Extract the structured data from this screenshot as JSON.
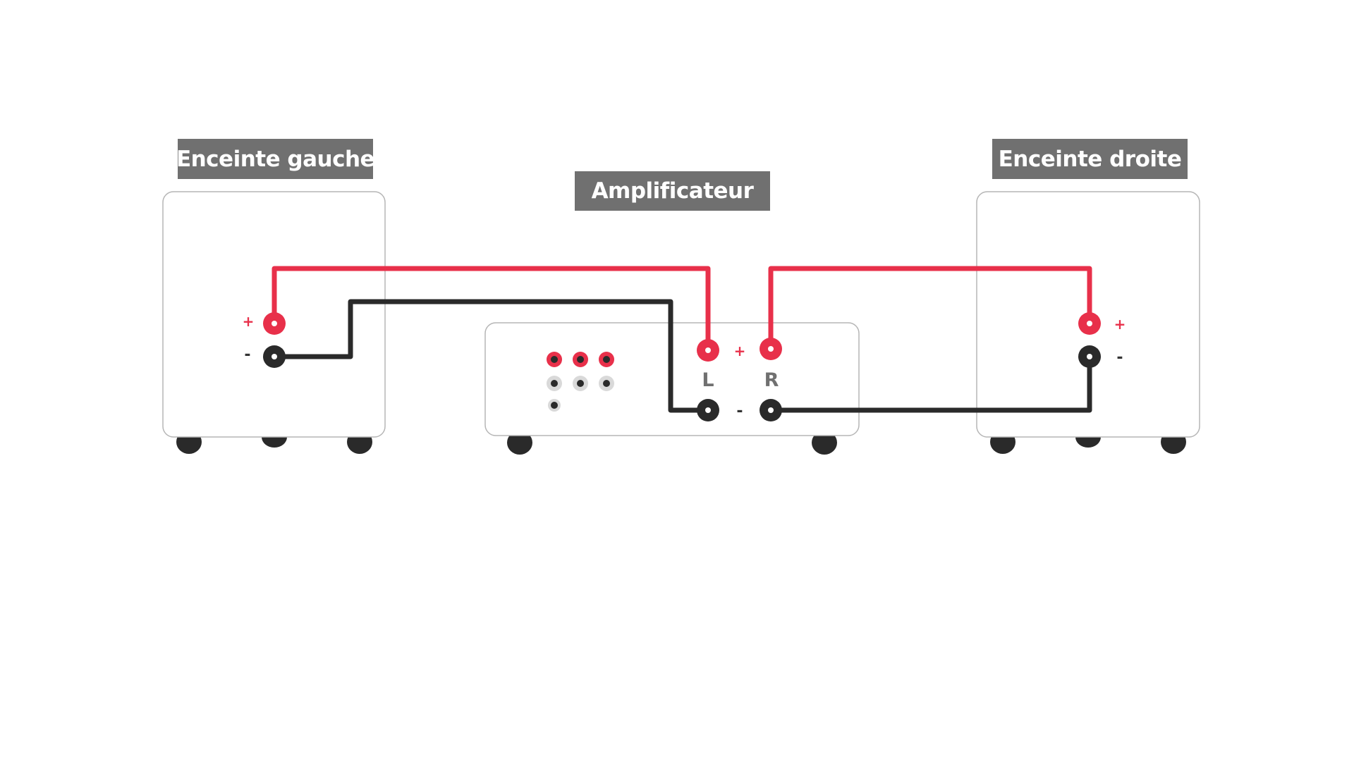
{
  "labels": {
    "left_speaker": "Enceinte gauche",
    "amplifier": "Amplificateur",
    "right_speaker": "Enceinte droite"
  },
  "amplifier": {
    "channel_left": "L",
    "channel_right": "R",
    "plus_sign": "+",
    "minus_sign": "-"
  },
  "left_speaker": {
    "plus_sign": "+",
    "minus_sign": "-"
  },
  "right_speaker": {
    "plus_sign": "+",
    "minus_sign": "-"
  },
  "colors": {
    "positive_wire": "#e8304a",
    "negative_wire": "#2a2a2a",
    "label_background": "#707070",
    "enclosure_outline": "#b5b5b5",
    "rca_neutral": "#d9d9d9"
  }
}
